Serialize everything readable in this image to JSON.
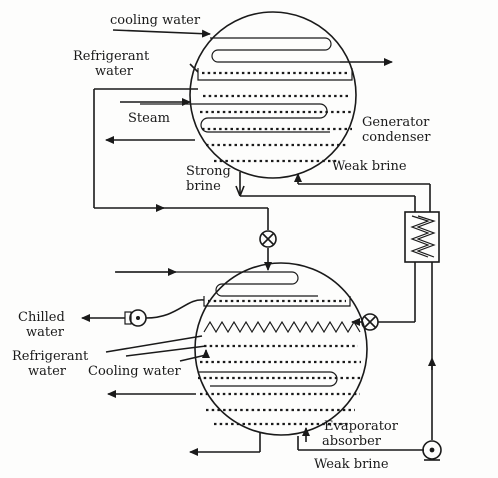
{
  "labels": {
    "cooling_water_top": "cooling water",
    "refrigerant_water_top_1": "Refrigerant",
    "refrigerant_water_top_2": "water",
    "steam": "Steam",
    "generator_condenser_1": "Generator",
    "generator_condenser_2": "condenser",
    "strong_brine_1": "Strong",
    "strong_brine_2": "brine",
    "weak_brine_top": "Weak brine",
    "chilled_water_1": "Chilled",
    "chilled_water_2": "water",
    "refrigerant_water_bottom_1": "Refrigerant",
    "refrigerant_water_bottom_2": "water",
    "cooling_water_bottom": "Cooling water",
    "evaporator_absorber_1": "Evaporator",
    "evaporator_absorber_2": "absorber",
    "weak_brine_bottom": "Weak brine"
  },
  "colors": {
    "line": "#1a1a1a",
    "background": "#fdfdfc"
  }
}
